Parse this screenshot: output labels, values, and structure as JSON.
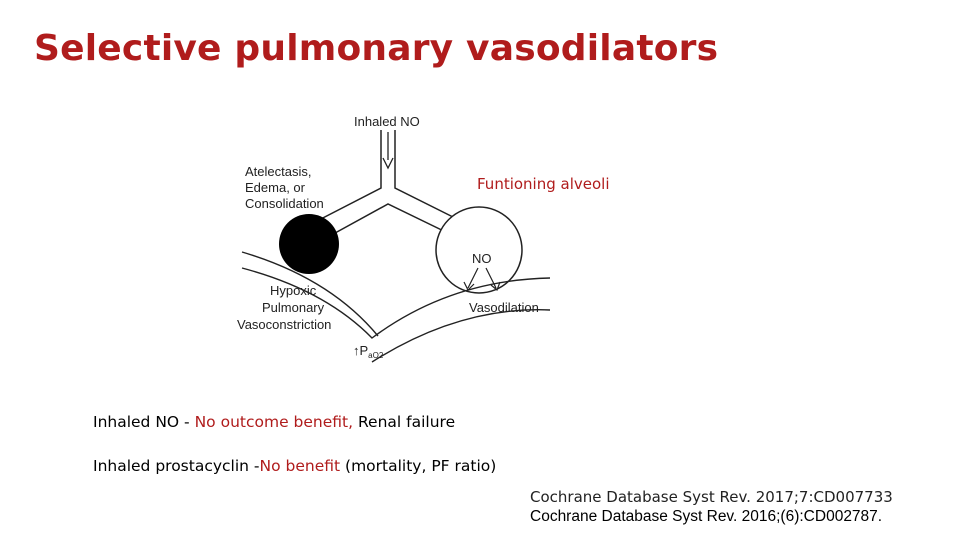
{
  "slide": {
    "title": "Selective pulmonary vasodilators",
    "callout": "Funtioning alveoli",
    "bullets": [
      {
        "lead": "Inhaled NO - ",
        "highlight": "No outcome benefit,",
        "rest": " Renal failure"
      },
      {
        "lead": "Inhaled prostacyclin -",
        "highlight": "No benefit",
        "rest": " (mortality, PF ratio)"
      }
    ],
    "references": [
      "Cochrane Database Syst Rev. 2017;7:CD007733",
      "Cochrane Database Syst Rev. 2016;(6):CD002787."
    ]
  },
  "figure": {
    "inhaled_no": "Inhaled NO",
    "collapsed_label": [
      "Atelectasis,",
      "Edema, or",
      "Consolidation"
    ],
    "hpv_label": [
      "Hypoxic",
      "Pulmonary",
      "Vasoconstriction"
    ],
    "no_label": "NO",
    "vasodilation": "Vasodilation",
    "pao2_arrow": "↑P",
    "pao2_sub": "aO2"
  },
  "colors": {
    "accent": "#b01c1c"
  }
}
